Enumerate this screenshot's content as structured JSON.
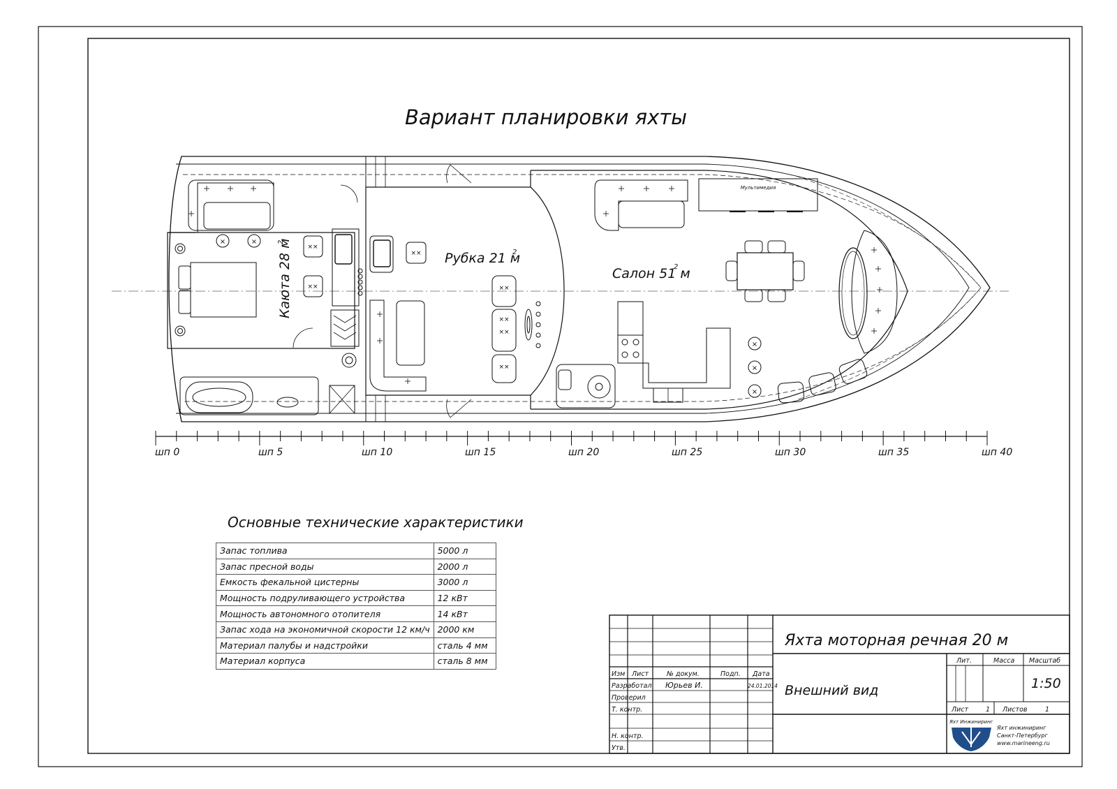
{
  "drawing_title": "Вариант планировки яхты",
  "rooms": {
    "cabin": "Каюта 28 м",
    "wheelhouse": "Рубка 21 м",
    "salon": "Салон 51 м",
    "area_exponent": "2"
  },
  "multimedia_label": "Мультимедия",
  "scale_labels": [
    "шп 0",
    "шп 5",
    "шп 10",
    "шп 15",
    "шп 20",
    "шп 25",
    "шп 30",
    "шп 35",
    "шп 40"
  ],
  "specs": {
    "title": "Основные технические характеристики",
    "rows": [
      {
        "name": "Запас топлива",
        "value": "5000 л"
      },
      {
        "name": "Запас пресной воды",
        "value": "2000 л"
      },
      {
        "name": "Емкость фекальной цистерны",
        "value": "3000 л"
      },
      {
        "name": "Мощность подруливающего устройства",
        "value": "12 кВт"
      },
      {
        "name": "Мощность автономного отопителя",
        "value": "14 кВт"
      },
      {
        "name": "Запас хода на экономичной скорости 12 км/ч",
        "value": "2000 км"
      },
      {
        "name": "Материал палубы и надстройки",
        "value": "сталь 4 мм"
      },
      {
        "name": "Материал корпуса",
        "value": "сталь 8 мм"
      }
    ]
  },
  "title_block": {
    "name": "Яхта моторная речная 20 м",
    "sheet_title": "Внешний вид",
    "col_headers": {
      "izm": "Изм",
      "list": "Лист",
      "doc": "№ докум.",
      "sign": "Подп.",
      "date": "Дата"
    },
    "rows": {
      "developed": "Разработал",
      "checked": "Проверил",
      "tcontrol": "Т. контр.",
      "ncontrol": "Н. контр.",
      "approved": "Утв."
    },
    "developer_name": "Юрьев И.",
    "date": "24.01.2014",
    "lit": "Лит.",
    "mass": "Масса",
    "scale_label": "Масштаб",
    "scale": "1:50",
    "sheet": "Лист",
    "sheet_no": "1",
    "sheets": "Листов",
    "sheets_no": "1",
    "logo_text": "Яхт Инжиниринг",
    "company_line1": "Яхт инжиниринг",
    "company_line2": "Санкт-Петербург",
    "company_line3": "www.marineeng.ru"
  }
}
